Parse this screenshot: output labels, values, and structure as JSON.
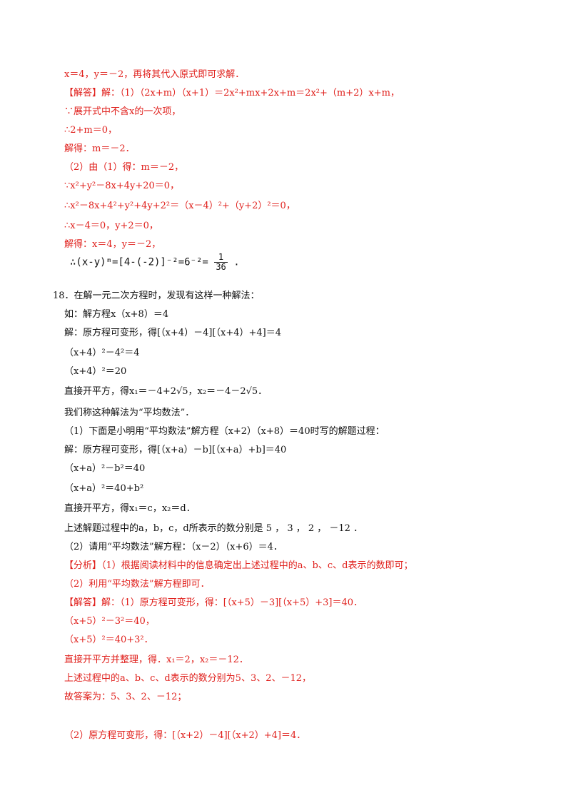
{
  "lines": [
    {
      "id": "t1",
      "text": "x＝4，y＝－2，再将其代入原式即可求解．"
    },
    {
      "id": "t2",
      "text": "【解答】解：（1）（2x+m）（x+1）＝2x²+mx+2x+m＝2x²+（m+2）x+m，"
    },
    {
      "id": "t3",
      "text": "∵展开式中不含x的一次项，"
    },
    {
      "id": "t4",
      "text": "∴2+m＝0，"
    },
    {
      "id": "t5",
      "text": "解得：m＝－2．"
    },
    {
      "id": "t6",
      "text": "（2）由（1）得：m＝－2，"
    },
    {
      "id": "t7",
      "text": "∵x²+y²－8x+4y+20＝0，"
    },
    {
      "id": "t8",
      "text": "∴x²－8x+4²+y²+4y+2²＝（x－4）²+（y+2）²＝0，"
    },
    {
      "id": "t9",
      "text": "∴x－4＝0，y+2＝0，"
    },
    {
      "id": "t10",
      "text": "解得：x＝4，y＝－2，"
    },
    {
      "id": "t11",
      "text": "18．在解一元二次方程时，发现有这样一种解法："
    },
    {
      "id": "t12",
      "text": "如：解方程x（x+8）＝4"
    },
    {
      "id": "t13",
      "text": "解：原方程可变形，得[（x+4）－4][（x+4）+4]＝4"
    },
    {
      "id": "t14",
      "text": "（x+4）²－4²＝4"
    },
    {
      "id": "t15",
      "text": "（x+4）²＝20"
    },
    {
      "id": "t16",
      "text": "直接开平方，得x₁＝－4+2√5，x₂＝－4－2√5．"
    },
    {
      "id": "t17",
      "text": "我们称这种解法为“平均数法”．"
    },
    {
      "id": "t18",
      "text": "（1）下面是小明用“平均数法”解方程（x+2）（x+8）＝40时写的解题过程："
    },
    {
      "id": "t19",
      "text": "解：原方程可变形，得[（x+a）－b][（x+a）+b]＝40"
    },
    {
      "id": "t20",
      "text": "（x+a）²－b²＝40"
    },
    {
      "id": "t21",
      "text": "（x+a）²＝40+b²"
    },
    {
      "id": "t22",
      "text": "直接开平方，得x₁＝c，x₂＝d．"
    },
    {
      "id": "t23",
      "text": "上述解题过程中的a，b，c，d所表示的数分别是 5 ， 3 ， 2 ， －12 ．"
    },
    {
      "id": "t24",
      "text": "（2）请用“平均数法”解方程：（x－2）（x+6）＝4．"
    },
    {
      "id": "t25",
      "text": "【分析】（1）根据阅读材料中的信息确定出上述过程中的a、b、c、d表示的数即可；"
    },
    {
      "id": "t26",
      "text": "（2）利用“平均数法”解方程即可．"
    },
    {
      "id": "t27",
      "text": "【解答】解：（1）原方程可变形，得：[（x+5）－3][（x+5）+3]＝40．"
    },
    {
      "id": "t28",
      "text": "（x+5）²－3²＝40，"
    },
    {
      "id": "t29",
      "text": "（x+5）²＝40+3²．"
    },
    {
      "id": "t30",
      "text": "直接开平方并整理，得．x₁＝2，x₂＝－12．"
    },
    {
      "id": "t31",
      "text": "上述过程中的a、b、c、d表示的数分别为5、3、2、－12，"
    },
    {
      "id": "t32",
      "text": "故答案为：5、3、2、－12；"
    },
    {
      "id": "t33",
      "text": "（2）原方程可变形，得：[（x+2）－4][（x+2）+4]＝4．"
    }
  ],
  "formula": {
    "left": "∴(x-y)ᵐ=[4-(-2)]⁻²=6⁻²=",
    "num": "1",
    "den": "36",
    "end": "."
  },
  "colors": {
    "answer": "#e0201c",
    "text": "#111111"
  }
}
